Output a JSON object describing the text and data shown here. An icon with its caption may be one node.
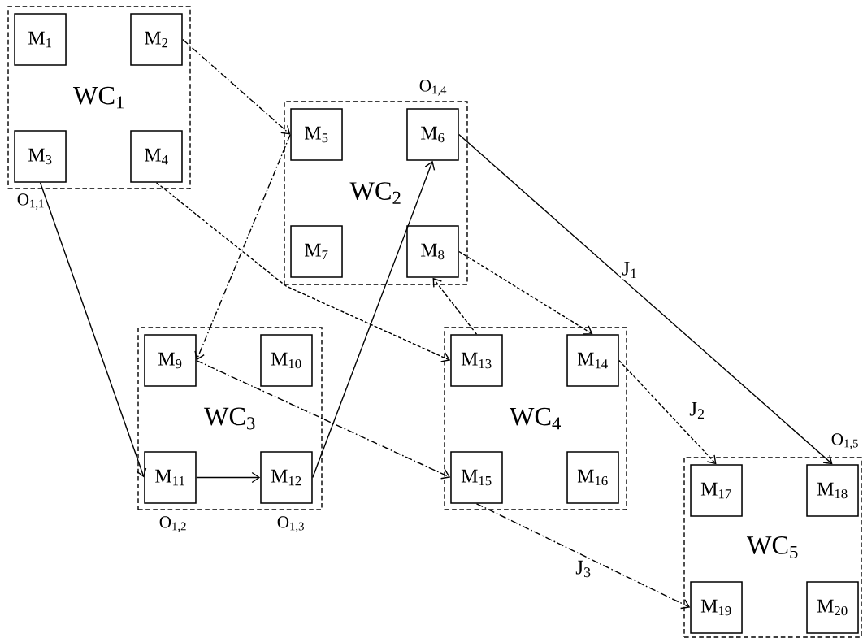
{
  "diagram": {
    "nodes": [
      {
        "text": [
          "WC$_{1}$"
        ]
      },
      {
        "text": [
          "M$_{1}$"
        ],
        "in": 0
      },
      {
        "text": [
          "M$_{2}$"
        ],
        "in": 0
      },
      {
        "text": [
          "M$_{3}$"
        ],
        "in": 0,
        "beside": [
          "O$_{1,1}$"
        ]
      },
      {
        "text": [
          "M$_{4}$"
        ],
        "in": 0
      },
      {
        "text": [
          "WC$_{2}$"
        ]
      },
      {
        "text": [
          "M$_{5}$"
        ],
        "in": 5
      },
      {
        "text": [
          "M$_{6}$"
        ],
        "in": 5,
        "beside": [
          "O$_{1,4}$"
        ]
      },
      {
        "text": [
          "M$_{7}$"
        ],
        "in": 5
      },
      {
        "text": [
          "M$_{8}$"
        ],
        "in": 5
      },
      {
        "text": [
          "WC$_{3}$"
        ]
      },
      {
        "text": [
          "M$_{9}$"
        ],
        "in": 10
      },
      {
        "text": [
          "M$_{10}$"
        ],
        "in": 10
      },
      {
        "text": [
          "M$_{11}$"
        ],
        "in": 10,
        "beside": [
          "O$_{1,2}$"
        ]
      },
      {
        "text": [
          "M$_{12}$"
        ],
        "in": 10,
        "beside": [
          "O$_{1,3}$"
        ]
      },
      {
        "text": [
          "WC$_{4}$"
        ]
      },
      {
        "text": [
          "M$_{13}$"
        ],
        "in": 15
      },
      {
        "text": [
          "M$_{14}$"
        ],
        "in": 15
      },
      {
        "text": [
          "M$_{15}$"
        ],
        "in": 15
      },
      {
        "text": [
          "M$_{16}$"
        ],
        "in": 15
      },
      {
        "text": [
          "WC$_{5}$"
        ]
      },
      {
        "text": [
          "M$_{17}$"
        ],
        "in": 20
      },
      {
        "text": [
          "M$_{18}$"
        ],
        "in": 20,
        "beside": [
          "O$_{1,5}$"
        ]
      },
      {
        "text": [
          "M$_{19}$"
        ],
        "in": 20
      },
      {
        "text": [
          "M$_{20}$"
        ],
        "in": 20
      }
    ],
    "edges": [
      {
        "from": 3,
        "to": 13,
        "arrow": "to"
      },
      {
        "from": 13,
        "to": 14,
        "arrow": "to"
      },
      {
        "from": 14,
        "to": 7,
        "arrow": "to"
      },
      {
        "from": 7,
        "to": 22,
        "arrow": "to",
        "label": "J$_{1}$"
      },
      {
        "from": 4,
        "to": 16,
        "arrow": "to",
        "style": "dashed"
      },
      {
        "from": 16,
        "to": 9,
        "arrow": "to",
        "style": "dashed"
      },
      {
        "from": 9,
        "to": 17,
        "arrow": "to",
        "style": "dashed"
      },
      {
        "from": 17,
        "to": 21,
        "arrow": "to",
        "style": "dashed",
        "label": "J$_{2}$"
      },
      {
        "from": 2,
        "to": 6,
        "arrow": "to",
        "style": "dashed"
      },
      {
        "from": 6,
        "to": 11,
        "arrow": "to",
        "style": "dashed"
      },
      {
        "from": 11,
        "to": 18,
        "arrow": "to",
        "style": "dashed"
      },
      {
        "from": 18,
        "to": 23,
        "arrow": "to",
        "style": "dashed",
        "label": "J$_{3}$"
      }
    ]
  }
}
